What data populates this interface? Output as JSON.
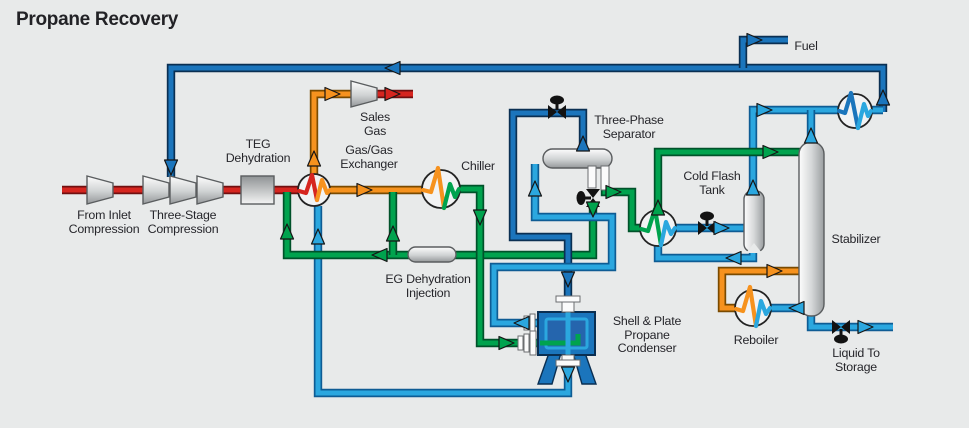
{
  "title": "Propane Recovery",
  "labels": {
    "from_inlet": "From Inlet\nCompression",
    "three_stage": "Three-Stage\nCompression",
    "teg": "TEG\nDehydration",
    "gas_gas": "Gas/Gas\nExchanger",
    "sales_gas": "Sales\nGas",
    "chiller": "Chiller",
    "eg_injection": "EG Dehydration\nInjection",
    "three_phase": "Three-Phase\nSeparator",
    "cold_flash": "Cold Flash\nTank",
    "fuel": "Fuel",
    "stabilizer": "Stabilizer",
    "reboiler": "Reboiler",
    "shell_plate": "Shell & Plate\nPropane\nCondenser",
    "liquid_storage": "Liquid To\nStorage"
  },
  "colors": {
    "background": "#e8eaea",
    "text": "#26262b",
    "valve": "#121212",
    "vessel_outline": "#5a5d5f",
    "stream": {
      "red": "#d6251f",
      "orange": "#f6921e",
      "green": "#00a34e",
      "dark_blue": "#1b75bc",
      "light_blue": "#2ba7df"
    },
    "outline": {
      "red": "#701010",
      "orange": "#7a4a00",
      "green": "#00522a",
      "dark_blue": "#0a2f52",
      "light_blue": "#0e5c94"
    }
  },
  "icons": [
    "compressor-icon",
    "heat-exchanger-icon",
    "control-valve-icon",
    "vessel-icon",
    "arrow-icon"
  ]
}
